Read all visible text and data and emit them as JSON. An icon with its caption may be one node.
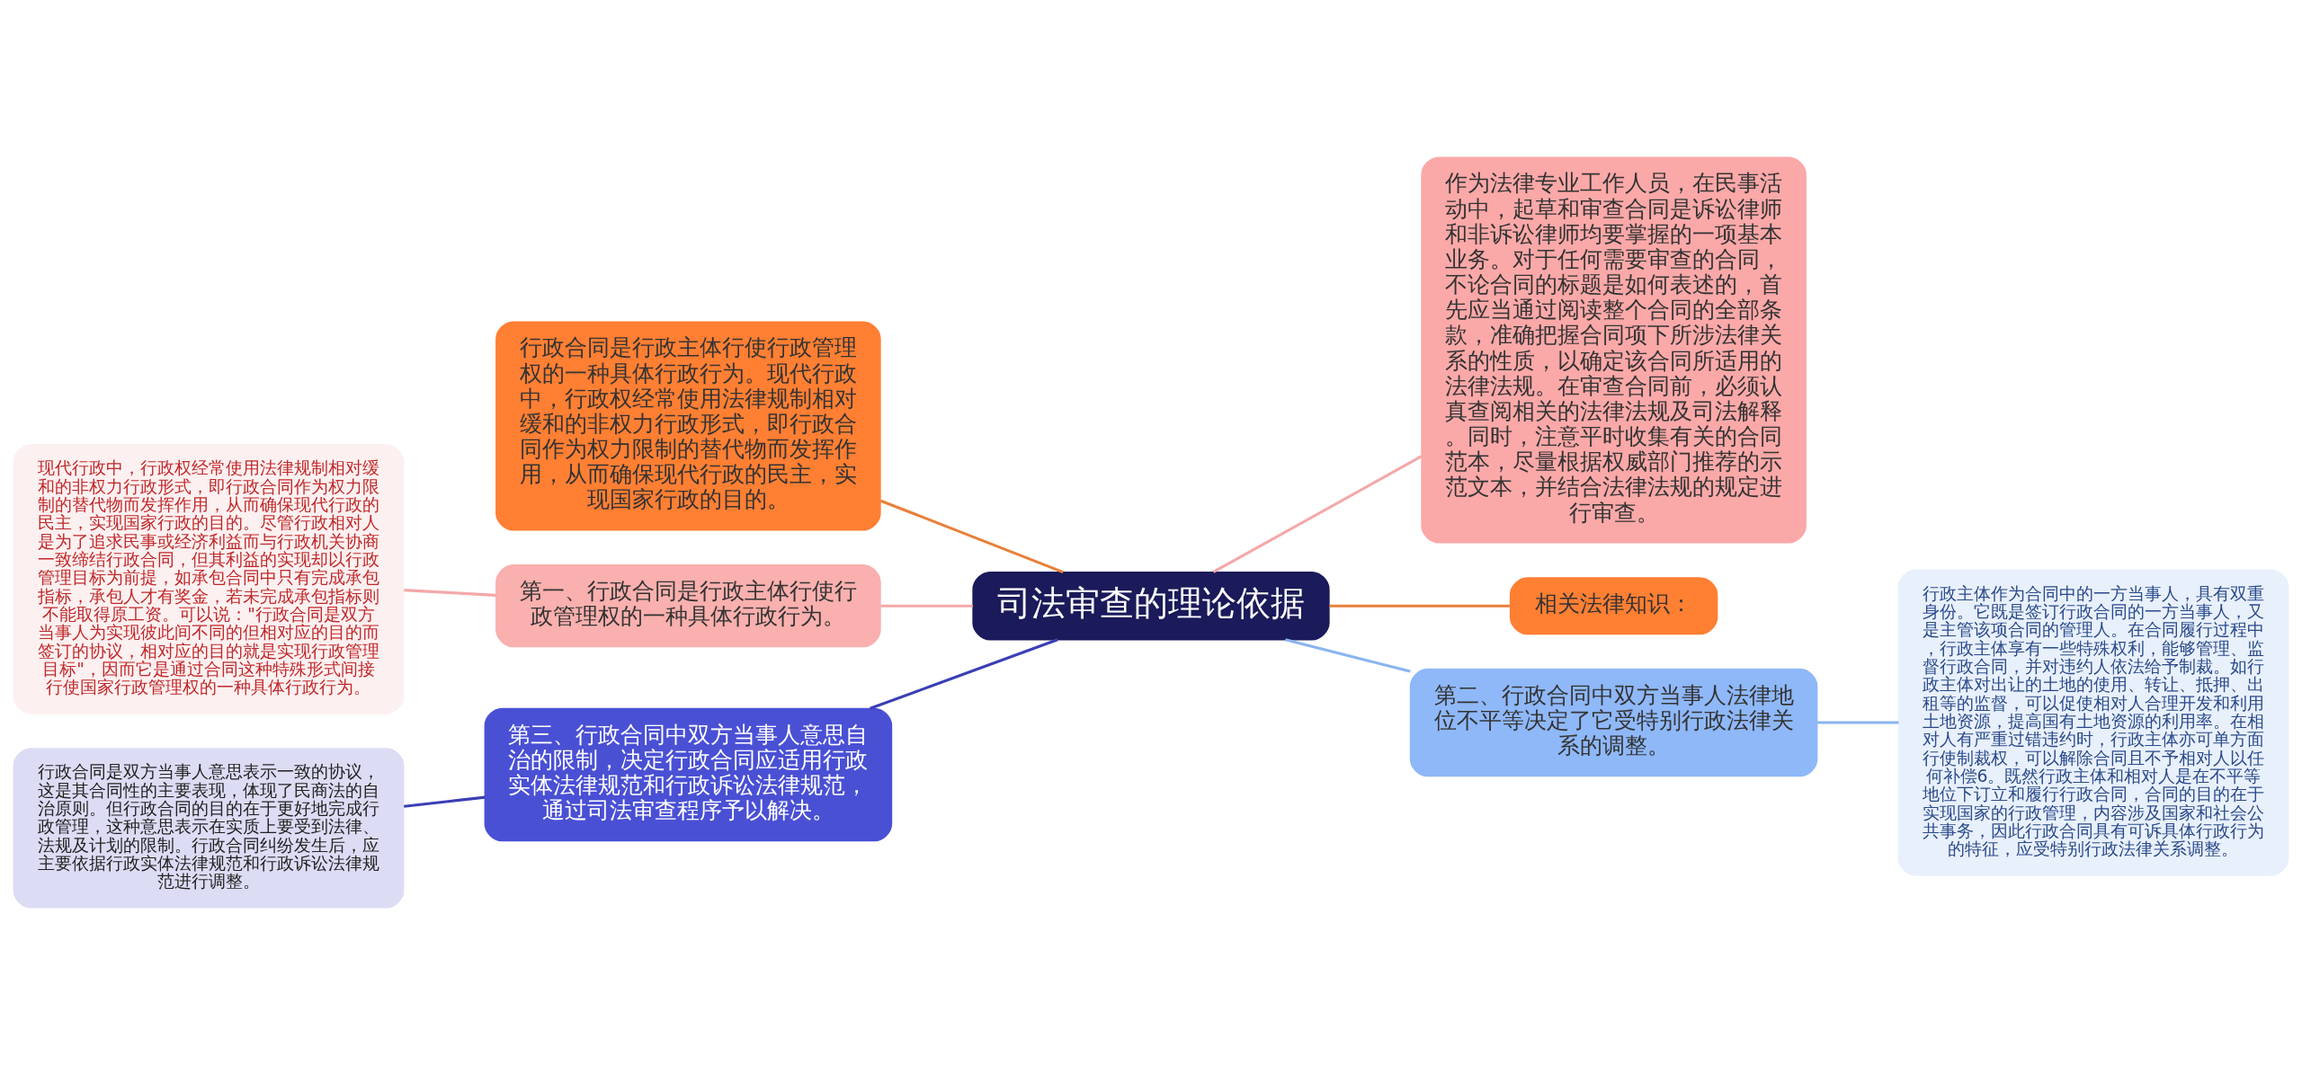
{
  "diagram": {
    "nodes": [
      {
        "text": [
          "司法审查的理论依据"
        ]
      },
      {
        "text": [
          "行政合同是行政主体行使行政管理权的一种具体行政行为。现代行政中，行政权经常使用法律规制相对缓和的非权力行政形式，即行政合同作为权力限制的替代物而发挥作用，从而确保现代行政的民主，实现国家行政的目的。"
        ]
      },
      {
        "text": [
          "作为法律专业工作人员，在民事活动中，起草和审查合同是诉讼律师和非诉讼律师均要掌握的一项基本业务。对于任何需要审查的合同，不论合同的标题是如何表述的，首先应当通过阅读整个合同的全部条款，准确把握合同项下所涉法律关系的性质，以确定该合同所适用的法律法规。在审查合同前，必须认真查阅相关的法律法规及司法解释。同时，注意平时收集有关的合同范本，尽量根据权威部门推荐的示范文本，并结合法律法规的规定进行审查。"
        ]
      },
      {
        "text": [
          "现代行政中，行政权经常使用法律规制相对缓和的非权力行政形式，即行政合同作为权力限制的替代物而发挥作用，从而确保现代行政的民主，实现国家行政的目的。尽管行政相对人是为了追求民事或经济利益而与行政机关协商一致缔结行政合同，但其利益的实现却以行政管理目标为前提，如承包合同中只有完成承包指标，承包人才有奖金，若未完成承包指标则不能取得原工资。可以说：\"行政合同是双方当事人为实现彼此间不同的但相对应的目的而签订的协议，相对应的目的就是实现行政管理目标\"，因而它是通过合同这种特殊形式间接行使国家行政管理权的一种具体行政行为。"
        ]
      },
      {
        "text": [
          "第一、行政合同是行政主体行使行政管理权的一种具体行政行为。"
        ]
      },
      {
        "text": [
          "相关法律知识："
        ]
      },
      {
        "text": [
          "行政合同是双方当事人意思表示一致的协议，这是其合同性的主要表现，体现了民商法的自治原则。但行政合同的目的在于更好地完成行政管理，这种意思表示在实质上要受到法律、法规及计划的限制。行政合同纠纷发生后，应主要依据行政实体法律规范和行政诉讼法律规范进行调整。"
        ]
      },
      {
        "text": [
          "第三、行政合同中双方当事人意思自治的限制，决定行政合同应适用行政实体法律规范和行政诉讼法律规范，通过司法审查程序予以解决。"
        ]
      },
      {
        "text": [
          "第二、行政合同中双方当事人法律地位不平等决定了它受特别行政法律关系的调整。"
        ]
      },
      {
        "text": [
          "行政主体作为合同中的一方当事人，具有双重身份。它既是签订行政合同的一方当事人，又是主管该项合同的管理人。在合同履行过程中，行政主体享有一些特殊权利，能够管理、监督行政合同，并对违约人依法给予制裁。如行政主体对出让的土地的使用、转让、抵押、出租等的监督，可以促使相对人合理开发和利用土地资源，提高国有土地资源的利用率。在相对人有严重过错违约时，行政主体亦可单方面行使制裁权，可以解除合同且不予相对人以任何补偿6。既然行政主体和相对人是在不平等地位下订立和履行行政合同，合同的目的在于实现国家的行政管理，内容涉及国家和社会公共事务，因此行政合同具有可诉具体行政行为的特征，应受特别行政法律关系调整。"
        ]
      }
    ],
    "edges": [
      {
        "from": 0,
        "to": 1,
        "arrow": "none",
        "color": "#e8803a"
      },
      {
        "from": 0,
        "to": 2,
        "arrow": "none",
        "color": "#f4a8a8"
      },
      {
        "from": 0,
        "to": 4,
        "arrow": "none",
        "color": "#f4a8a8"
      },
      {
        "from": 4,
        "to": 3,
        "arrow": "none",
        "color": "#f4a8a8"
      },
      {
        "from": 0,
        "to": 5,
        "arrow": "none",
        "color": "#e8803a"
      },
      {
        "from": 0,
        "to": 7,
        "arrow": "none",
        "color": "#3a3fb5"
      },
      {
        "from": 7,
        "to": 6,
        "arrow": "none",
        "color": "#3a3fb5"
      },
      {
        "from": 0,
        "to": 8,
        "arrow": "none",
        "color": "#8ab4f0"
      },
      {
        "from": 8,
        "to": 9,
        "arrow": "none",
        "color": "#8ab4f0"
      }
    ]
  }
}
